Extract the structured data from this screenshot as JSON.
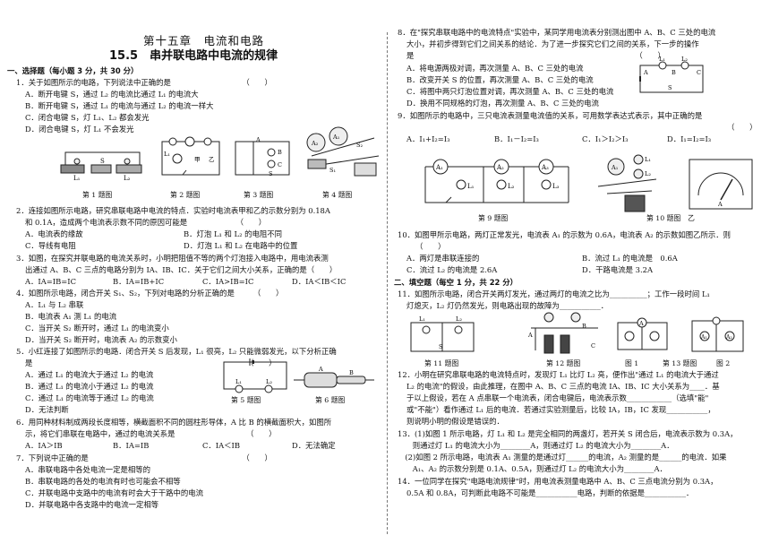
{
  "chapter_title": "第十五章　电流和电路",
  "section_title": "15.5　串并联电路中电流的规律",
  "part1_title": "一、选择题（每小题 3 分，共 30 分）",
  "part2_title": "二、填空题（每空 1 分，共 22 分）",
  "left_lines": [
    "1．关于如图所示的电路，下列说法中正确的是　　　　　　　　　　（　　）",
    "A．断开电键 S，通过 L₂ 的电流比通过 L₁ 的电流大",
    "B．断开电键 S，通过 L₁ 的电流与通过 L₂ 的电流一样大",
    "C．闭合电键 S，灯 L₁、L₂ 都会发光",
    "D．闭合电键 S，灯 L₁ 不会发光"
  ],
  "fig_captions_left": [
    "第 1 题图",
    "第 2 题图",
    "第 3 题图",
    "第 4 题图"
  ],
  "q2": [
    "2．连接如图所示电路，研究串联电路中电流的特点．实验时电流表甲和乙的示数分别为 0.18A",
    "和 0.1A，造成两个电流表示数不同的原因可能是　　　　　　　（　　）"
  ],
  "q2_opts": [
    "A．电流表的缘故",
    "B．灯泡 L₁ 和 L₂ 的电阻不同",
    "C．导线有电阻",
    "D．灯泡 L₁ 和 L₂ 在电路中的位置"
  ],
  "q3": [
    "3．如图，在探究并联电路的电流关系时，小明把阻值不等的两个灯泡接入电路中，用电流表测",
    "出通过 A、B、C 三点的电路分别为 IA、IB、IC．关于它们之间大小关系，正确的是（　　）"
  ],
  "q3_opts": [
    "A．IA=IB=IC",
    "B．IA=IB+IC",
    "C．IA>IB=IC",
    "D．IA＜IB＜IC"
  ],
  "q4": "4．如图所示电路，闭合开关 S₁、S₂，下列对电路的分析正确的是　　　（　　）",
  "q4_opts": [
    "A．L₁ 与 L₂ 串联",
    "B．电流表 A₁ 测 L₁ 的电流",
    "C．当开关 S₂ 断开时，通过 L₁ 的电流变小",
    "D．当开关 S₂ 断开时，电流表 A₂ 的示数变小"
  ],
  "q5": [
    "5．小红连接了如图所示的电路．闭合开关 S 后发现，L₁ 很亮，L₂ 只能微弱发光，以下分析正确",
    "是　　　　　　　　　　　　　　　　　　　　　　　　　　　　　（　　）"
  ],
  "q5_opts": [
    "A．通过 L₁ 的电流大于通过 L₂ 的电流",
    "B．通过 L₁ 的电流小于通过 L₂ 的电流",
    "C．通过 L₁ 的电流等于通过 L₂ 的电流",
    "D．无法判断"
  ],
  "fig5_cap": "第 5 题图",
  "fig6_cap": "第 6 题图",
  "q6": [
    "6．用同种材料制成两段长度相等，横截面积不同的圆柱形导体，A 比 B 的横截面积大，如图所",
    "示，将它们串联在电路中，通过的电流关系是　　　　　　　　　　（　　）"
  ],
  "q6_opts": [
    "A．IA＞IB",
    "B．IA=IB",
    "C．IA＜IB",
    "D．无法确定"
  ],
  "q7": "7．下列说中正确的是　　　　　　　　　　　　　　　　　　　　　（　　）",
  "q7_opts": [
    "A．串联电路中各处电流一定是相等的",
    "B．串联电路的各处的电流有时也可能会不相等",
    "C．并联电路中支路中的电流有时会大于干路中的电流",
    "D．并联电路中各支路中的电流一定相等"
  ],
  "q8": [
    "8．在\"探究串联电路中的电流特点\"实验中，某同学用电流表分别测出图中 A、B、C 三处的电流",
    "大小，并初步得到它们之间关系的结论．为了进一步探究它们之间的关系，下一步的操作",
    "是　　　　　　　　　　　　　　　　　　　　　　　　　　　　　　（　　）"
  ],
  "q8_opts": [
    "A．将电源两极对调，再次测量 A、B、C 三处的电流",
    "B．改变开关 S 的位置，再次测量 A、B、C 三处的电流",
    "C．将图中两只灯泡位置对调，再次测量 A、B、C 三处的电流",
    "D．换用不同规格的灯泡，再次测量 A、B、C 三处的电流"
  ],
  "q9": [
    "9．如图所示的电路中，三只电流表测量电流值的关系，可用数学表达式表示，其中正确的是",
    "（　　）"
  ],
  "q9_opts": [
    "A．I₁+I₂=I₃",
    "B．I₁－I₂=I₃",
    "C．I₁＞I₂＞I₃",
    "D．I₁=I₂=I₃"
  ],
  "fig9_cap": "第 9 题图",
  "fig10_cap": "第 10 题图　乙",
  "q10": [
    "10．如图甲所示电路，两灯正常发光，电流表 A₁ 的示数为 0.6A，电流表 A₂ 的示数如图乙所示．则",
    "（　　）"
  ],
  "q10_opts": [
    "A．两灯是串联连接的",
    "B．流过 L₁ 的电流是　0.6A",
    "C．流过 L₂ 的电流是 2.6A",
    "D．干路电流是 3.2A"
  ],
  "q11": [
    "11．如图所示电路，闭合开关两灯发光，通过两灯的电流之比为__________；工作一段时间 L₁",
    "灯熄灭，L₂ 灯仍然发光，则电路出现的故障为___________．"
  ],
  "fig_captions_right": [
    "第 11 题图",
    "第 12 题图",
    "第 13 题图"
  ],
  "q12": [
    "12．小明在研究串联电路的电流特点时，发现灯 L₁ 比灯 L₂ 亮，便作出\"通过 L₁ 的电流大于通过",
    "L₂ 的电流\"的假设，由此推理，在图中 A、B、C 三点的电流 IA、IB、IC 大小关系为____．基",
    "于以上假设，若在 A 点串联一个电流表，闭合电键后，电流表示数____________（选填\"能\"",
    "或\"不能\"）看作通过 L₁ 后的电流．若通过实验测量后，比较 IA，IB，IC 发现___________，",
    "则说明小明的假设是错误的．"
  ],
  "q13": [
    "13．(1)如图 1 所示电路，灯 L₁ 和 L₂ 是完全相同的两盏灯，若开关 S 闭合后，电流表示数为 0.3A，",
    "　　则通过灯 L₁ 的电流大小为________A，则通过灯 L₂ 的电流大小为________A．",
    "　(2)如图 2 所示电路，电流表 A₁ 测量的是通过灯______的电流，A₂ 测量的是______的电流．如果",
    "　　A₁、A₂ 的示数分别是 0.1A、0.5A，则通过灯 L₂ 的电流大小为________A．"
  ],
  "q14": [
    "14．一位同学在探究\"电路电流规律\"时，用电流表测量电路中 A、B、C 三点电流分别为 0.3A，",
    "0.5A 和 0.8A，可判断此电路不可能是___________电路，判断的依据是___________．"
  ],
  "fig_labels": {
    "L1": "L₁",
    "L2": "L₂",
    "S": "S",
    "A": "A",
    "B": "B",
    "C": "C",
    "jia": "甲",
    "yi": "乙",
    "A1": "A₁",
    "A2": "A₂",
    "A3": "A₃",
    "L3": "L₃",
    "S1": "S₁",
    "S2": "S₂",
    "tu1": "图 1",
    "tu2": "图 2"
  }
}
